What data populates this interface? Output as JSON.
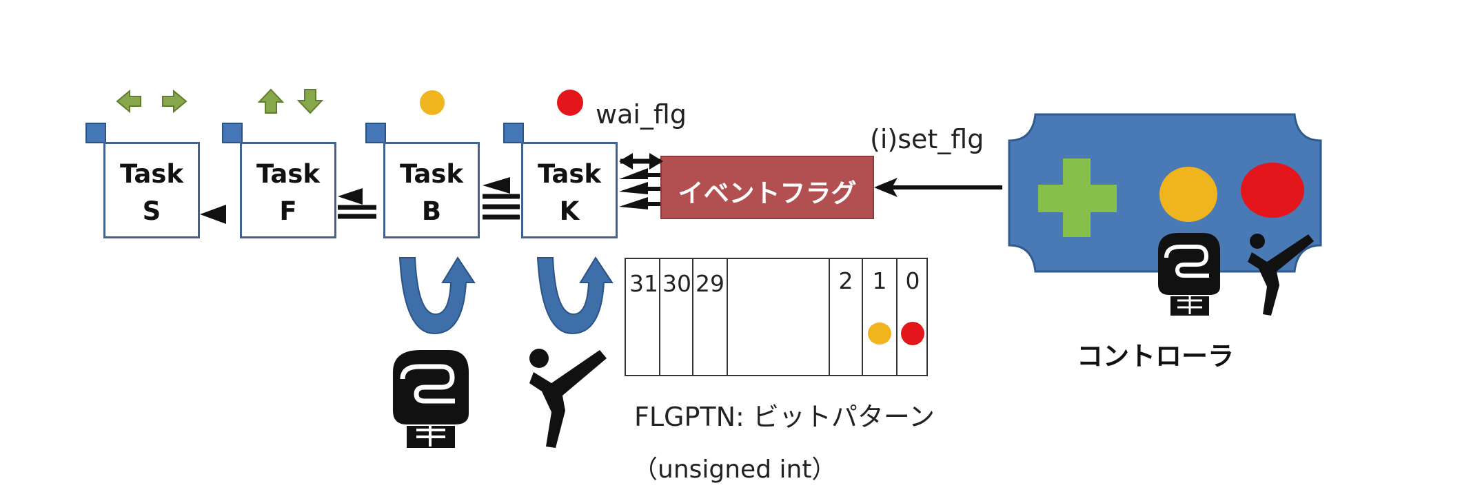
{
  "tasks": [
    {
      "line1": "Task",
      "line2": "S"
    },
    {
      "line1": "Task",
      "line2": "F"
    },
    {
      "line1": "Task",
      "line2": "B"
    },
    {
      "line1": "Task",
      "line2": "K"
    }
  ],
  "event_flag": {
    "label": "イベントフラグ",
    "color": "#b24f50"
  },
  "wait_label": "wai_flg",
  "set_label": "(i)set_flg",
  "bit_table": {
    "high_bits": [
      "31",
      "30",
      "29"
    ],
    "low_bits": [
      "2",
      "1",
      "0"
    ],
    "caption": "FLGPTN: ビットパターン",
    "subcaption": "（unsigned int）"
  },
  "controller": {
    "label": "コントローラ",
    "body_color": "#4a7ab5",
    "cross_color": "#86c04a"
  },
  "colors": {
    "task_border": "#41618f",
    "yellow": "#f0b41e",
    "red": "#e3161c",
    "arrow_green": "#6b8e3a",
    "loop_arrow": "#3e6fa9"
  }
}
